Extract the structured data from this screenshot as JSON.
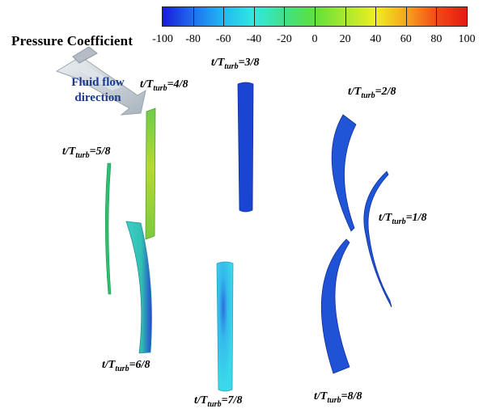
{
  "colorbar": {
    "title": "Pressure Coefficient",
    "ticks": [
      "-100",
      "-80",
      "-60",
      "-40",
      "-20",
      "0",
      "20",
      "40",
      "60",
      "80",
      "100"
    ],
    "min": -100,
    "max": 100,
    "colors": [
      "#1a1ad6",
      "#1e6ff0",
      "#22b8f2",
      "#32e8e0",
      "#3fe08a",
      "#5fe03a",
      "#a8e830",
      "#eeee22",
      "#f7a51e",
      "#f14a17",
      "#e61a12"
    ]
  },
  "flow_indicator": {
    "label_line1": "Fluid flow",
    "label_line2": "direction",
    "arrow_color": "#c3cbd4"
  },
  "blades": [
    {
      "label_main": "t/T",
      "label_sub": "turb",
      "label_tail": "=1/8",
      "fill": "#1d57d8"
    },
    {
      "label_main": "t/T",
      "label_sub": "turb",
      "label_tail": "=2/8",
      "fill": "#1f55d6"
    },
    {
      "label_main": "t/T",
      "label_sub": "turb",
      "label_tail": "=3/8",
      "fill": "#1a45d2"
    },
    {
      "label_main": "t/T",
      "label_sub": "turb",
      "label_tail": "=4/8",
      "fill": "#8ccf3a"
    },
    {
      "label_main": "t/T",
      "label_sub": "turb",
      "label_tail": "=5/8",
      "fill": "#2fbe70"
    },
    {
      "label_main": "t/T",
      "label_sub": "turb",
      "label_tail": "=6/8",
      "fill": "#34c8b4"
    },
    {
      "label_main": "t/T",
      "label_sub": "turb",
      "label_tail": "=7/8",
      "fill": "#36d6e6"
    },
    {
      "label_main": "t/T",
      "label_sub": "turb",
      "label_tail": "=8/8",
      "fill": "#1f52d4"
    }
  ]
}
